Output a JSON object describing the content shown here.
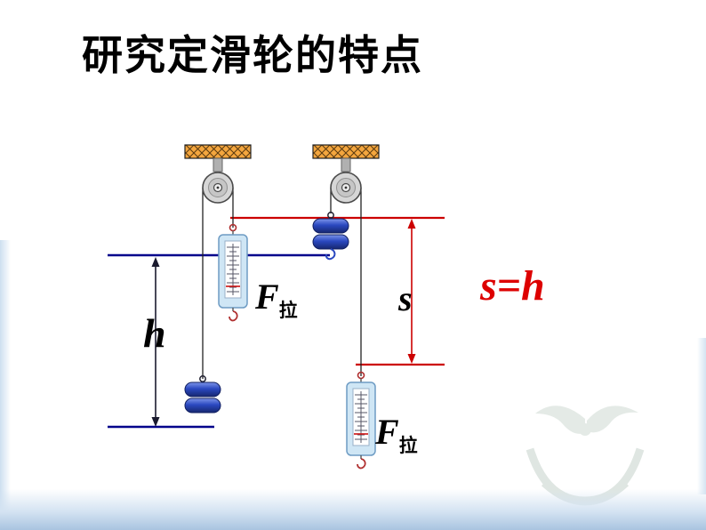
{
  "slide": {
    "title": "研究定滑轮的特点",
    "equation": "s=h",
    "labels": {
      "height": "h",
      "distance": "s",
      "force_main": "F",
      "force_sub": "拉"
    },
    "colors": {
      "equation_red": "#dd0000",
      "reference_line_blue": "#00008b",
      "reference_line_red": "#cc0000",
      "ceiling_mount_orange": "#f4a63e",
      "weight_blue": "#2a48c0",
      "spring_scale_blue": "#cfe6f5",
      "pulley_gray": "#d6d6d6"
    }
  }
}
